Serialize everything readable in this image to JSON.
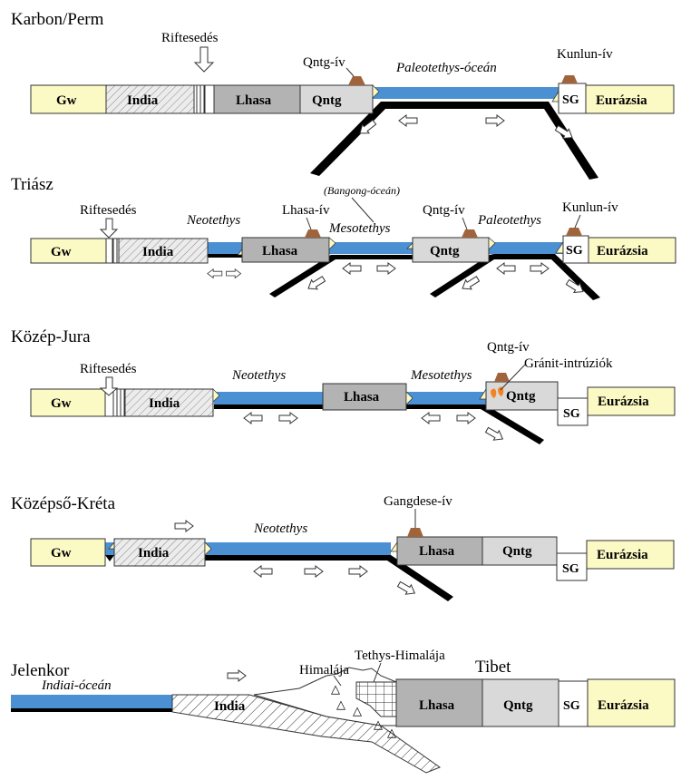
{
  "colors": {
    "yellow": "#fbf9c4",
    "gray_light": "#d9d9d9",
    "gray_dark": "#b3b3b3",
    "ocean": "#4a90d2",
    "arc": "#a0643c",
    "granite": "#f58220"
  },
  "stages": [
    {
      "title": "Karbon/Perm",
      "blocks": {
        "gw": "Gw",
        "india": "India",
        "lhasa": "Lhasa",
        "qntg": "Qntg",
        "sg": "SG",
        "eurasia": "Eurázsia"
      },
      "labels": {
        "rift": "Riftesedés",
        "qntg_arc": "Qntg-ív",
        "kunlun_arc": "Kunlun-ív",
        "ocean": "Paleotethys-óceán"
      }
    },
    {
      "title": "Triász",
      "blocks": {
        "gw": "Gw",
        "india": "India",
        "lhasa": "Lhasa",
        "qntg": "Qntg",
        "sg": "SG",
        "eurasia": "Eurázsia"
      },
      "labels": {
        "rift": "Riftesedés",
        "neotethys": "Neotethys",
        "lhasa_arc": "Lhasa-ív",
        "bangong": "(Bangong-óceán)",
        "mesotethys": "Mesotethys",
        "qntg_arc": "Qntg-ív",
        "paleotethys": "Paleotethys",
        "kunlun_arc": "Kunlun-ív"
      }
    },
    {
      "title": "Közép-Jura",
      "blocks": {
        "gw": "Gw",
        "india": "India",
        "lhasa": "Lhasa",
        "qntg": "Qntg",
        "sg": "SG",
        "eurasia": "Eurázsia"
      },
      "labels": {
        "rift": "Riftesedés",
        "neotethys": "Neotethys",
        "mesotethys": "Mesotethys",
        "qntg_arc": "Qntg-ív",
        "granite": "Gránit-intrúziók"
      }
    },
    {
      "title": "Középső-Kréta",
      "blocks": {
        "gw": "Gw",
        "india": "India",
        "lhasa": "Lhasa",
        "qntg": "Qntg",
        "sg": "SG",
        "eurasia": "Eurázsia"
      },
      "labels": {
        "neotethys": "Neotethys",
        "gangdese_arc": "Gangdese-ív"
      }
    },
    {
      "title": "Jelenkor",
      "blocks": {
        "india": "India",
        "lhasa": "Lhasa",
        "qntg": "Qntg",
        "sg": "SG",
        "eurasia": "Eurázsia"
      },
      "labels": {
        "indian_ocean": "Indiai-óceán",
        "himalaya": "Himalája",
        "tethys_himalaya": "Tethys-Himalája",
        "tibet": "Tibet"
      }
    }
  ]
}
